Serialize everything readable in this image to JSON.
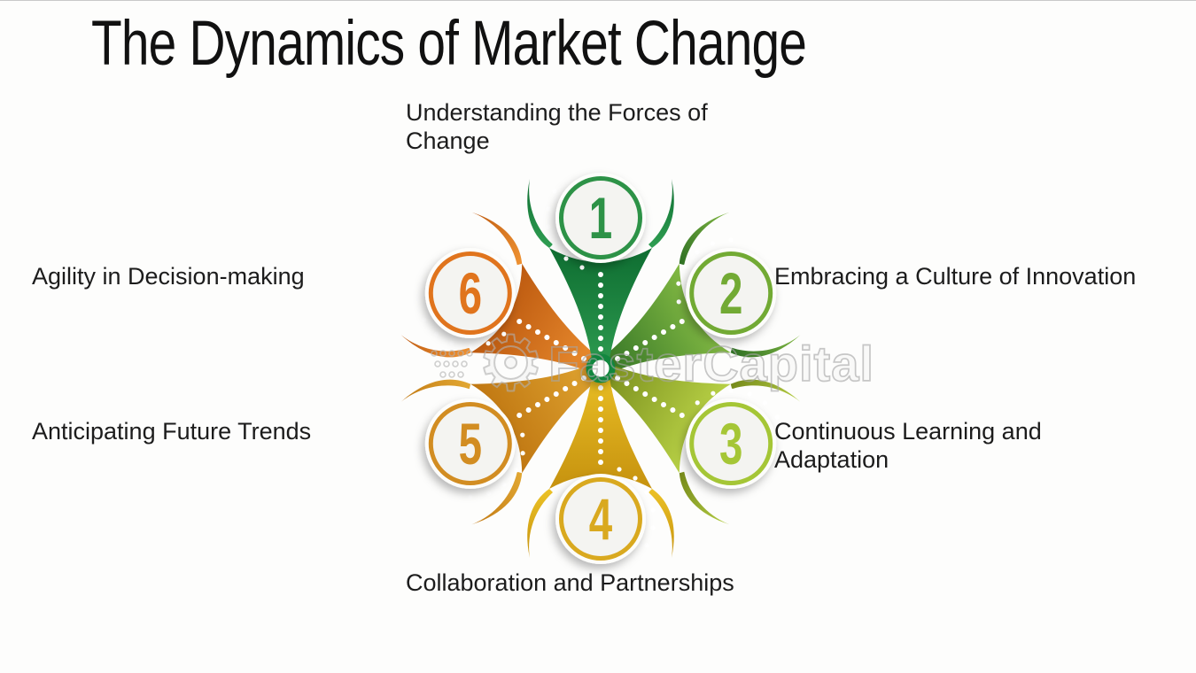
{
  "title": "The Dynamics of Market Change",
  "watermark": {
    "text": "FasterCapital",
    "logo_icon": "gear-icon"
  },
  "diagram": {
    "type": "radial-6-step",
    "center_ring_color": "#12873f",
    "items": [
      {
        "number": "1",
        "label": "Understanding the Forces of Change",
        "accent": "#2d9247",
        "arm_hub": "#2f9e52",
        "arm_tip": "#0e6d31",
        "position": "top"
      },
      {
        "number": "2",
        "label": "Embracing a Culture of Innovation",
        "accent": "#72aa34",
        "arm_hub": "#2f7024",
        "arm_tip": "#82b943",
        "position": "top-right"
      },
      {
        "number": "3",
        "label": "Continuous Learning and Adaptation",
        "accent": "#a5c636",
        "arm_hub": "#75891a",
        "arm_tip": "#b7d045",
        "position": "bottom-right"
      },
      {
        "number": "4",
        "label": "Collaboration and Partnerships",
        "accent": "#d9a91f",
        "arm_hub": "#ecc226",
        "arm_tip": "#c6920f",
        "position": "bottom"
      },
      {
        "number": "5",
        "label": "Anticipating Future Trends",
        "accent": "#d28d22",
        "arm_hub": "#e2a833",
        "arm_tip": "#c07712",
        "position": "bottom-left"
      },
      {
        "number": "6",
        "label": "Agility in Decision-making",
        "accent": "#e0741d",
        "arm_hub": "#ef9232",
        "arm_tip": "#bd5a10",
        "position": "top-left"
      }
    ]
  }
}
